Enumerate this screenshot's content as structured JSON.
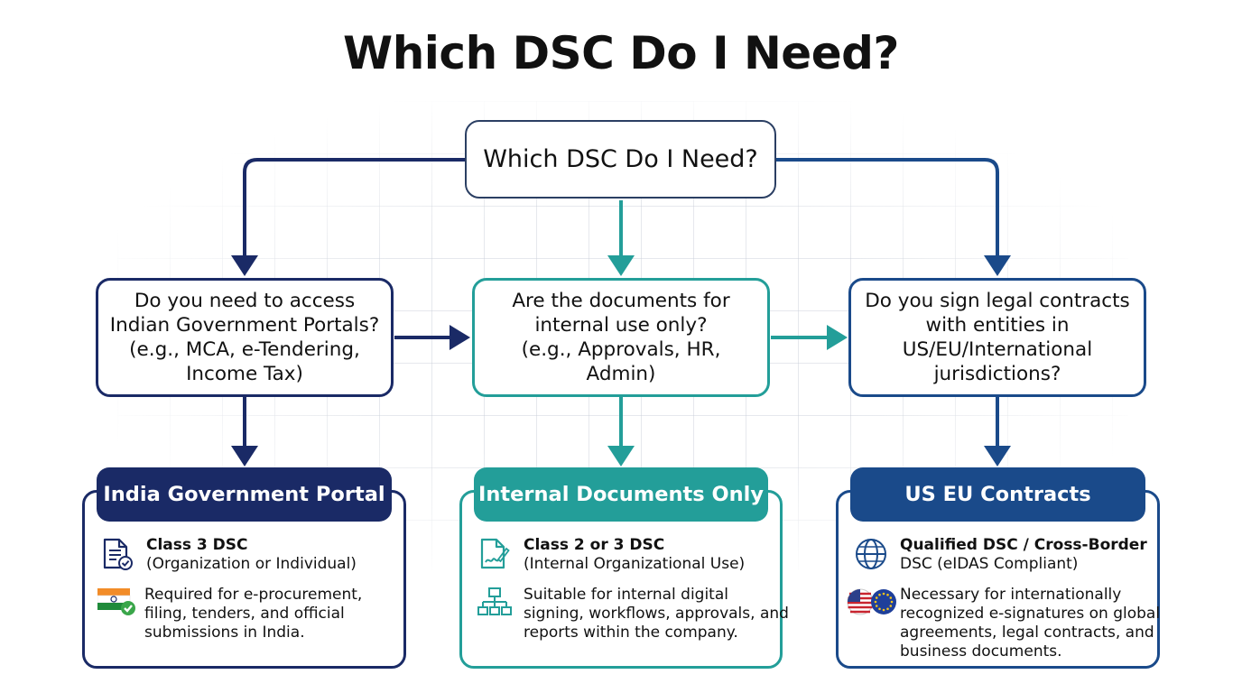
{
  "title": "Which DSC Do I Need?",
  "root_label": "Which DSC Do I Need?",
  "questions": [
    {
      "lines": [
        "Do you need to access",
        "Indian Government Portals?",
        "(e.g., MCA, e-Tendering,",
        "Income Tax)"
      ]
    },
    {
      "lines": [
        "Are the documents for",
        "internal use only?",
        "(e.g., Approvals, HR, Admin)"
      ]
    },
    {
      "lines": [
        "Do you sign legal contracts",
        "with entities in",
        "US/EU/International",
        "jurisdictions?"
      ]
    }
  ],
  "results": [
    {
      "heading": "India Government Portal",
      "items": [
        {
          "icon": "document-check-icon",
          "title_lines": [
            "Class 3 DSC"
          ],
          "lines": [
            "(Organization or Individual)"
          ]
        },
        {
          "icon": "india-flag-check-icon",
          "title_lines": [],
          "lines": [
            "Required for e-procurement,",
            "filing, tenders, and official",
            "submissions in India."
          ]
        }
      ]
    },
    {
      "heading": "Internal Documents Only",
      "items": [
        {
          "icon": "document-signature-icon",
          "title_lines": [
            "Class 2 or 3 DSC"
          ],
          "lines": [
            "(Internal Organizational Use)"
          ]
        },
        {
          "icon": "org-chart-icon",
          "title_lines": [],
          "lines": [
            "Suitable for internal digital",
            "signing, workflows, approvals, and",
            "reports within the company."
          ]
        }
      ]
    },
    {
      "heading": "US EU Contracts",
      "items": [
        {
          "icon": "globe-icon",
          "title_lines": [
            "Qualified DSC / Cross-Border"
          ],
          "lines": [
            "DSC (eIDAS Compliant)"
          ]
        },
        {
          "icon": "us-eu-flags-icon",
          "title_lines": [],
          "lines": [
            "Necessary for internationally",
            "recognized e-signatures on global",
            "agreements, legal contracts, and",
            "business documents."
          ]
        }
      ]
    }
  ],
  "colors": {
    "navy": "#1a2a66",
    "teal": "#239e99",
    "blue": "#1a4a8a",
    "root_border": "#2b3f63"
  }
}
